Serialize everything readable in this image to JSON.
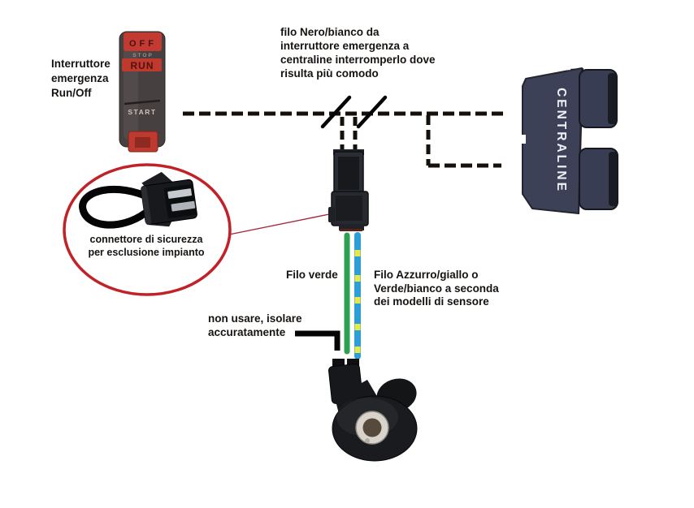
{
  "labels": {
    "switch_label": [
      "Interruttore",
      "emergenza",
      "Run/Off"
    ],
    "top_note": [
      "filo Nero/bianco da",
      "interruttore emergenza a",
      "centraline interromperlo dove",
      "risulta più comodo"
    ],
    "safety_note": [
      "connettore di sicurezza",
      "per esclusione impianto"
    ],
    "green_wire_label": "Filo verde",
    "sensor_wire_note": [
      "Filo Azzurro/giallo o",
      "Verde/bianco a seconda",
      "dei modelli di sensore"
    ],
    "unused_wire_note": [
      "non usare, isolare",
      "accuratamente"
    ],
    "ecu_label": "CENTRALINE",
    "switch_markings": {
      "off": "OFF",
      "stop": "STOP",
      "run": "RUN",
      "start": "START"
    }
  },
  "colors": {
    "ellipse_red": "#c12227",
    "pointer_red": "#a2253a",
    "wire_green": "#2ea052",
    "wire_blue": "#2d9fd6",
    "wire_yellow": "#e7ea43",
    "ecu_navy": "#3d4157",
    "line_black": "#15100a",
    "switch_red": "#c23a31"
  }
}
